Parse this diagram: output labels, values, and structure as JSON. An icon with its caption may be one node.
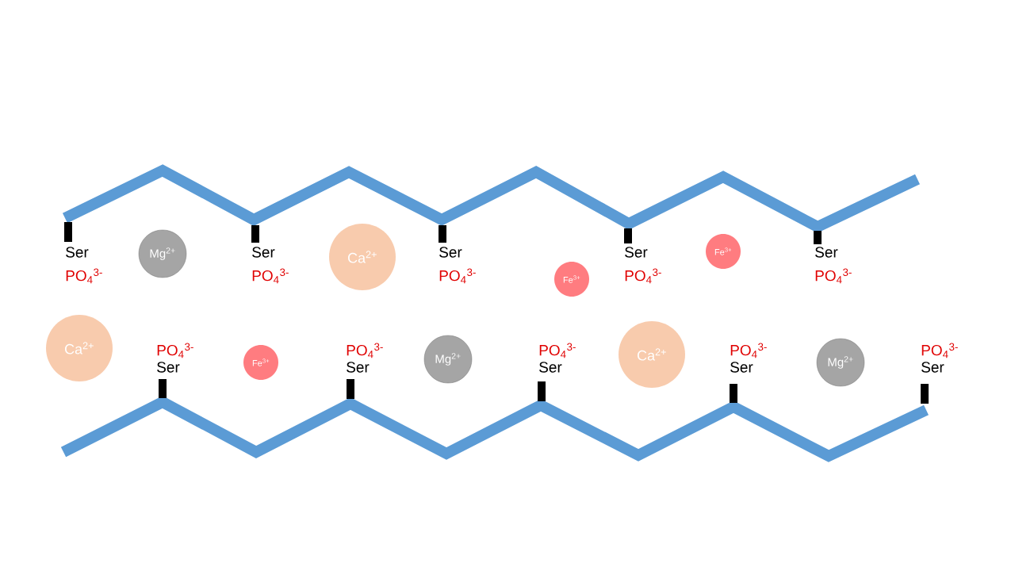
{
  "diagram": {
    "nodes": [
      {
        "text": [
          "Mg$^{2+}$"
        ]
      },
      {
        "text": [
          "Ca$^{2+}$"
        ]
      },
      {
        "text": [
          "Fe$^{3+}$"
        ]
      },
      {
        "text": [
          "Fe$^{3+}$"
        ]
      },
      {
        "text": [
          "Ca$^{2+}$"
        ]
      },
      {
        "text": [
          "Fe$^{3+}$"
        ]
      },
      {
        "text": [
          "Mg$^{2+}$"
        ]
      },
      {
        "text": [
          "Ca$^{2+}$"
        ]
      },
      {
        "text": [
          "Mg$^{2+}$"
        ]
      }
    ],
    "labels": [
      "Ser",
      "PO$_{4}$$^{3-}$",
      "Ser",
      "PO$_{4}$$^{3-}$",
      "Ser",
      "PO$_{4}$$^{3-}$",
      "Ser",
      "PO$_{4}$$^{3-}$",
      "Ser",
      "PO$_{4}$$^{3-}$",
      "PO$_{4}$$^{3-}$",
      "Ser",
      "PO$_{4}$$^{3-}$",
      "Ser",
      "PO$_{4}$$^{3-}$",
      "Ser",
      "PO$_{4}$$^{3-}$",
      "Ser",
      "PO$_{4}$$^{3-}$",
      "Ser"
    ]
  }
}
